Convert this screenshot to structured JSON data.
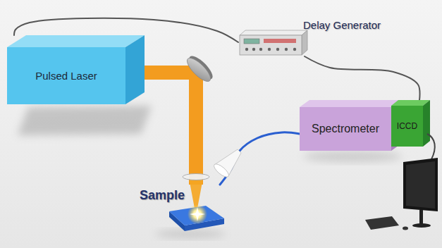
{
  "diagram": {
    "nodes": [
      {
        "text": [
          "Pulsed Laser"
        ]
      },
      {
        "text": [
          "Delay Generator"
        ]
      },
      {
        "text": [
          "Spectrometer"
        ]
      },
      {
        "text": [
          "ICCD"
        ]
      },
      {
        "text": [
          "Sample"
        ]
      }
    ],
    "edges": [
      {
        "from": 0,
        "to": 4,
        "arrow": "none"
      },
      {
        "from": 0,
        "to": 1,
        "arrow": "none"
      },
      {
        "from": 1,
        "to": 3,
        "arrow": "none"
      },
      {
        "from": 4,
        "to": 2,
        "arrow": "none"
      }
    ]
  }
}
